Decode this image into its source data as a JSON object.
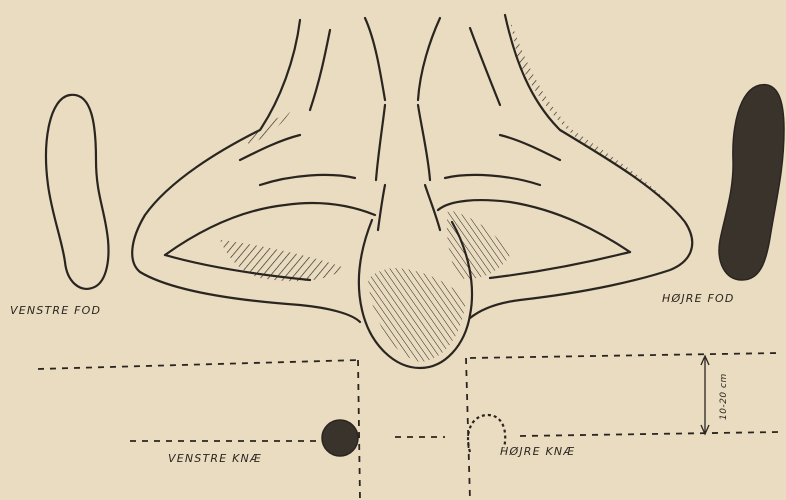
{
  "labels": {
    "left_foot": "VENSTRE FOD",
    "right_foot": "HØJRE FOD",
    "left_knee": "VENSTRE KNÆ",
    "right_knee": "HØJRE KNÆ",
    "distance": "10-20 cm"
  },
  "colors": {
    "paper": "#e9dcc0",
    "ink": "#2a2520"
  }
}
